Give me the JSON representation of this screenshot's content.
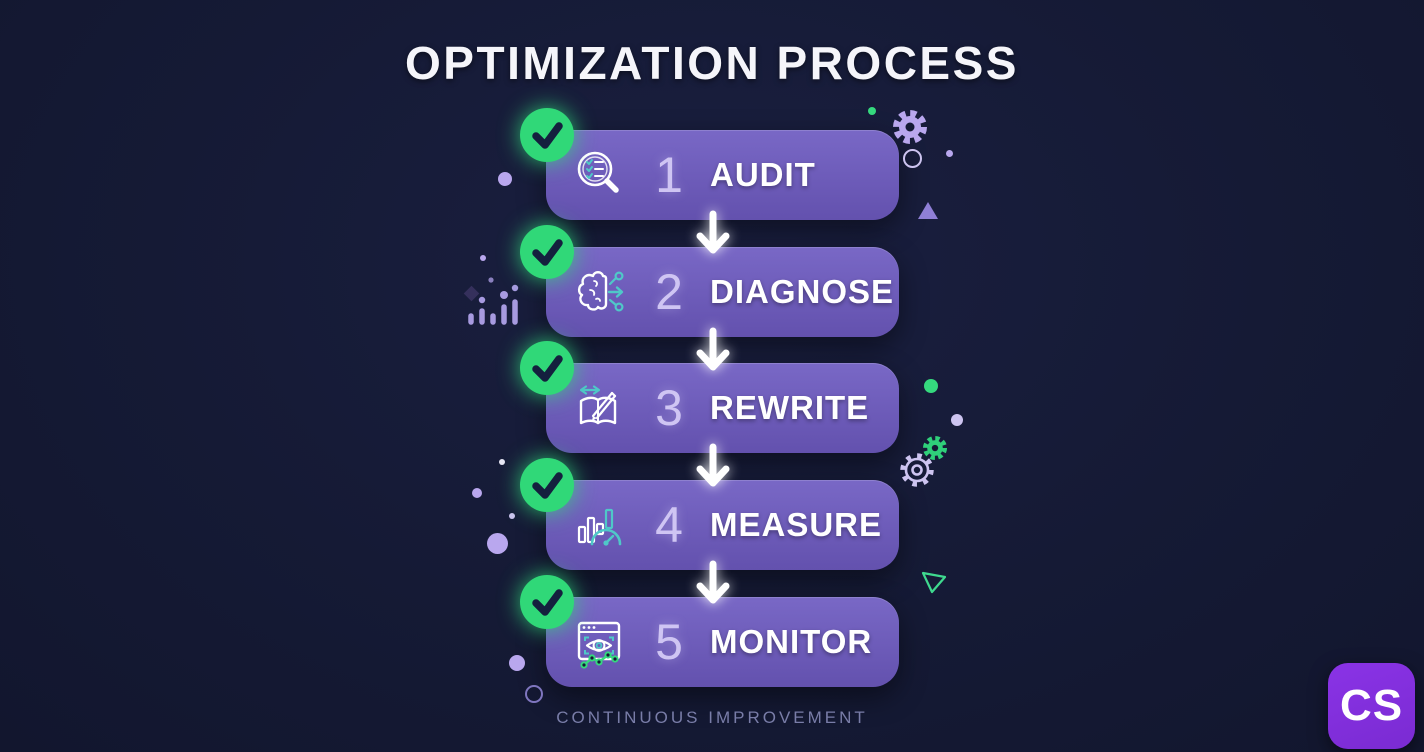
{
  "title": "OPTIMIZATION PROCESS",
  "footer": "CONTINUOUS IMPROVEMENT",
  "brand": {
    "logo_text": "CS"
  },
  "steps": [
    {
      "number": "1",
      "label": "AUDIT",
      "icon": "magnifier-checklist-icon"
    },
    {
      "number": "2",
      "label": "DIAGNOSE",
      "icon": "brain-circuit-icon"
    },
    {
      "number": "3",
      "label": "REWRITE",
      "icon": "book-pencil-icon"
    },
    {
      "number": "4",
      "label": "MEASURE",
      "icon": "bar-chart-gauge-icon"
    },
    {
      "number": "5",
      "label": "MONITOR",
      "icon": "window-eye-chart-icon"
    }
  ],
  "decorations": [
    {
      "name": "gear-filled-purple"
    },
    {
      "name": "gear-outline-purple"
    },
    {
      "name": "gear-filled-green"
    },
    {
      "name": "mini-bar-chart-purple"
    },
    {
      "name": "triangle-filled-purple"
    },
    {
      "name": "triangle-outline-green"
    },
    {
      "name": "scattered-dots"
    },
    {
      "name": "circle-outlines"
    }
  ],
  "colors": {
    "background": "#151a35",
    "panel_purple": "#6a58b6",
    "check_green": "#30d878",
    "accent_teal": "#4fc8c8",
    "chart_green": "#35d97e",
    "number_lavender": "#cfc5f3",
    "label_white": "#ffffff",
    "footer_gray": "#797da8",
    "logo_purple": "#7f2fdb",
    "decor_lavender": "#b9a7ee"
  }
}
